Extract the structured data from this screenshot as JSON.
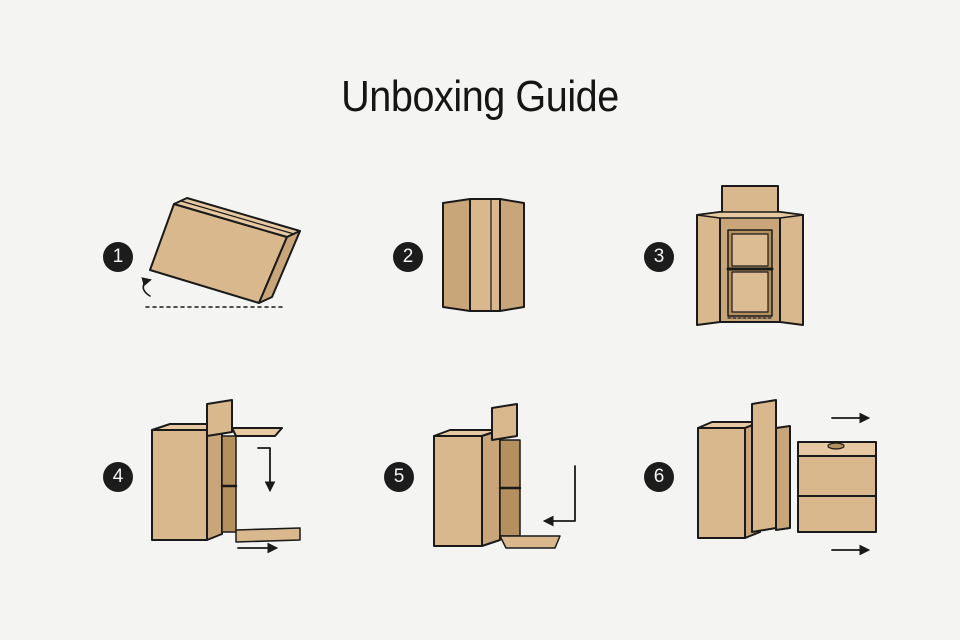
{
  "title": "Unboxing Guide",
  "steps": [
    {
      "number": "1"
    },
    {
      "number": "2"
    },
    {
      "number": "3"
    },
    {
      "number": "4"
    },
    {
      "number": "5"
    },
    {
      "number": "6"
    }
  ],
  "colors": {
    "background": "#f4f4f2",
    "cardboard": "#d9b88e",
    "cardboard_dark": "#c9a679",
    "cardboard_light": "#e6c9a2",
    "outline": "#1a1a1a"
  }
}
